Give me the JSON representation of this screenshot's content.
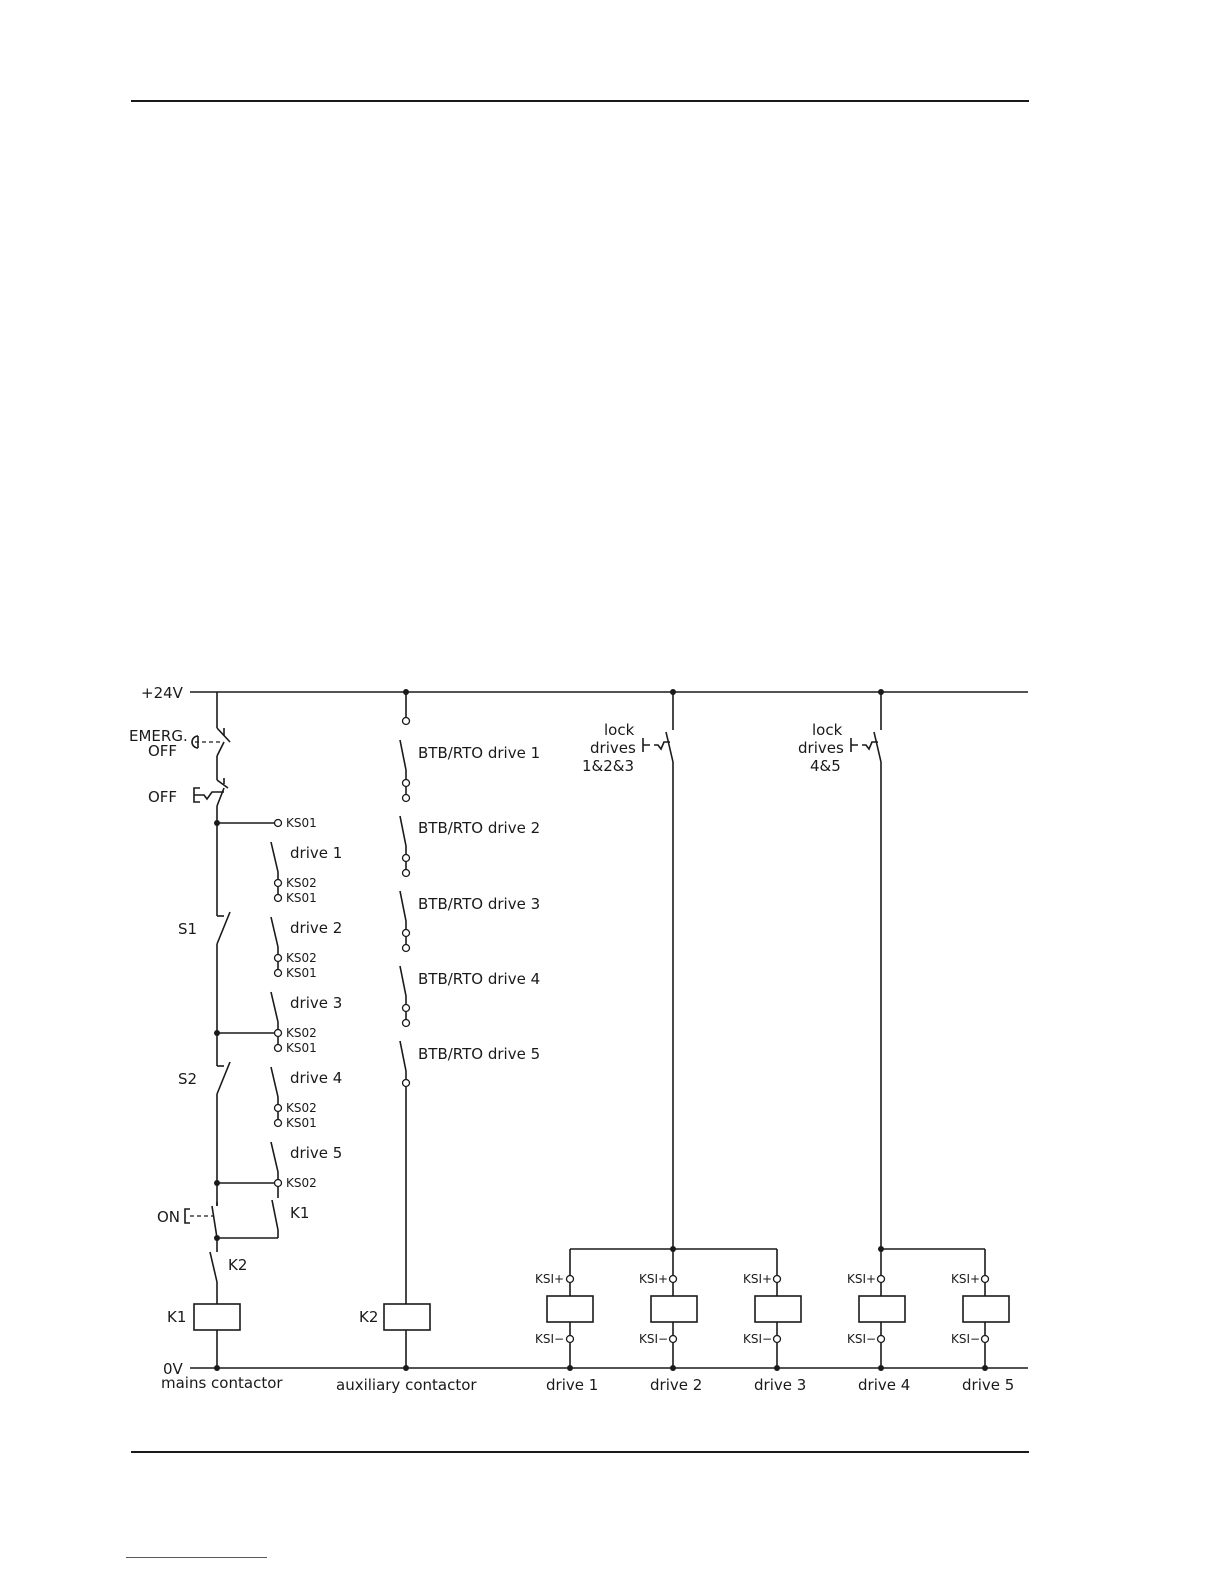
{
  "rails": {
    "supply": "+24V",
    "ground": "0V"
  },
  "left": {
    "emerg_off": [
      "EMERG.",
      "OFF"
    ],
    "off": "OFF",
    "s1": "S1",
    "s2": "S2",
    "on": "ON",
    "k1_contact": "K1",
    "k2_contact": "K2",
    "k1_coil": "K1",
    "caption": "mains contactor"
  },
  "drive_contacts": {
    "ks01": "KS01",
    "ks02": "KS02",
    "labels": [
      "drive  1",
      "drive  2",
      "drive  3",
      "drive  4",
      "drive  5"
    ]
  },
  "aux": {
    "btb_labels": [
      "BTB/RTO  drive  1",
      "BTB/RTO  drive  2",
      "BTB/RTO  drive  3",
      "BTB/RTO  drive  4",
      "BTB/RTO  drive  5"
    ],
    "k2_coil": "K2",
    "caption": "auxiliary contactor"
  },
  "locks": [
    {
      "lines": [
        "lock",
        "drives",
        "1&2&3"
      ]
    },
    {
      "lines": [
        "lock",
        "drives",
        "4&5"
      ]
    }
  ],
  "drives": {
    "ksi_plus": "KSI+",
    "ksi_minus": "KSI−",
    "captions": [
      "drive  1",
      "drive  2",
      "drive  3",
      "drive  4",
      "drive  5"
    ]
  }
}
